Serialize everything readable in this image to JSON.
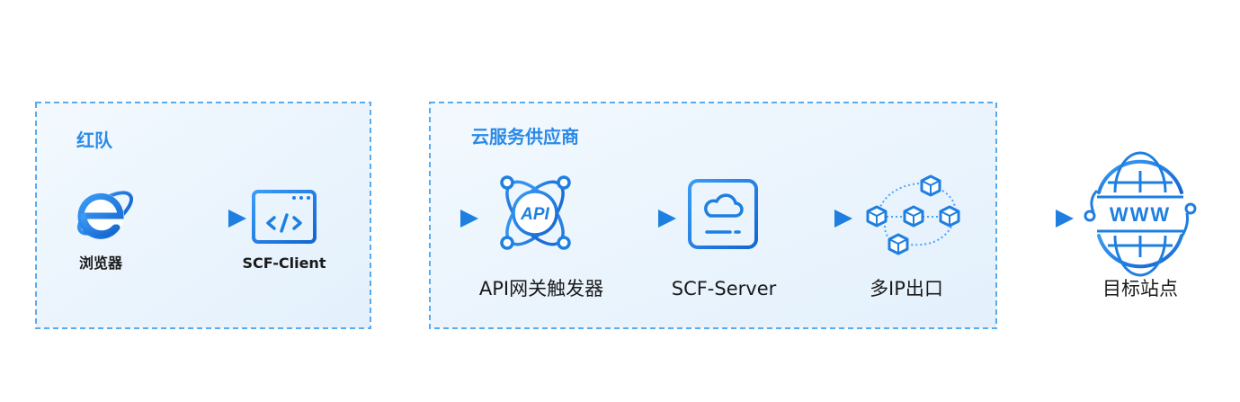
{
  "groups": {
    "red_team": {
      "label": "红队"
    },
    "cloud_provider": {
      "label": "云服务供应商"
    }
  },
  "nodes": {
    "browser": {
      "label": "浏览器",
      "icon": "browser-ie-icon"
    },
    "scf_client": {
      "label": "SCF-Client",
      "icon": "code-window-icon"
    },
    "api_gateway": {
      "label": "API网关触发器",
      "icon": "api-gateway-icon",
      "icon_text": "API"
    },
    "scf_server": {
      "label": "SCF-Server",
      "icon": "cloud-server-icon"
    },
    "multi_ip": {
      "label": "多IP出口",
      "icon": "cube-network-icon"
    },
    "target": {
      "label": "目标站点",
      "icon": "www-globe-icon",
      "icon_text": "WWW"
    }
  },
  "colors": {
    "primary": "#1f7fe0",
    "primary_light": "#4aa3ff",
    "group_fill": "#eaf4fd",
    "group_border": "#5aaaf0",
    "label_blue": "#2b8ae6",
    "text": "#1a1a1a"
  }
}
